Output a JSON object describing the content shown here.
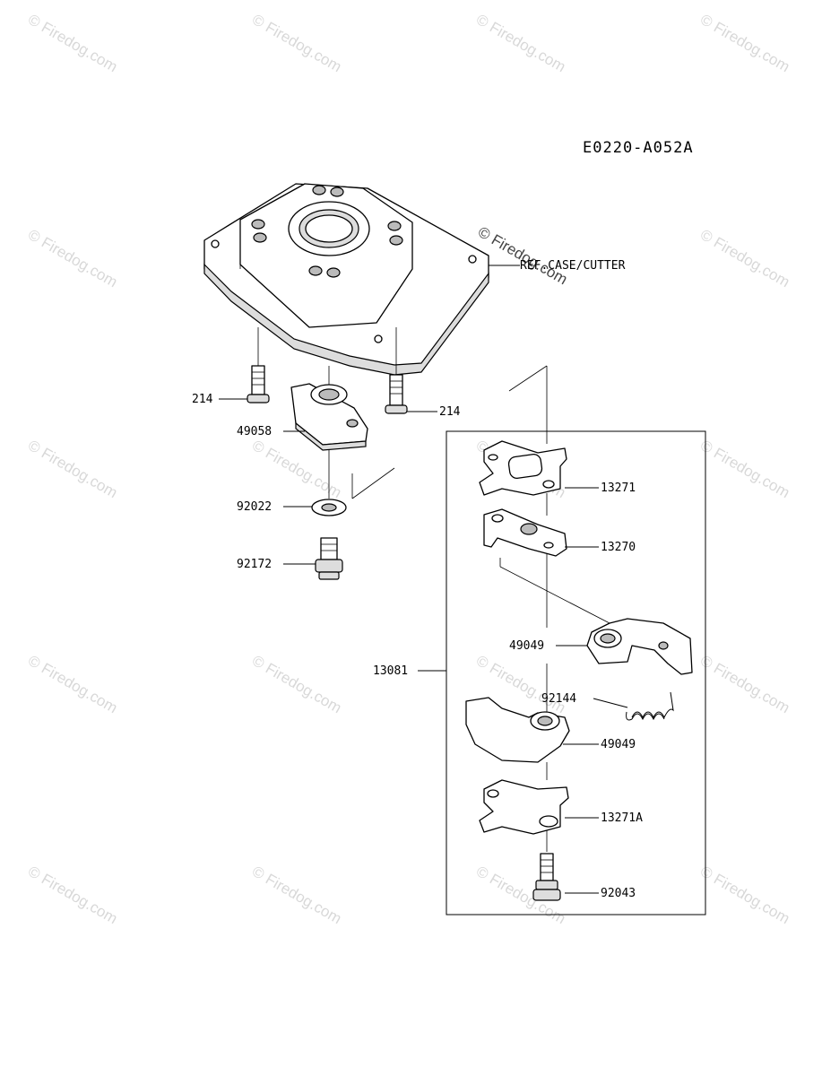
{
  "diagram_code": "E0220-A052A",
  "ref_label": "REF.CASE/CUTTER",
  "watermark": "© Firedog.com",
  "assembly_label": "13081",
  "parts": {
    "p214_left": "214",
    "p214_right": "214",
    "p49058": "49058",
    "p92022": "92022",
    "p92172": "92172",
    "p13271": "13271",
    "p13270": "13270",
    "p49049_top": "49049",
    "p92144": "92144",
    "p49049_bottom": "49049",
    "p13271A": "13271A",
    "p92043": "92043"
  }
}
